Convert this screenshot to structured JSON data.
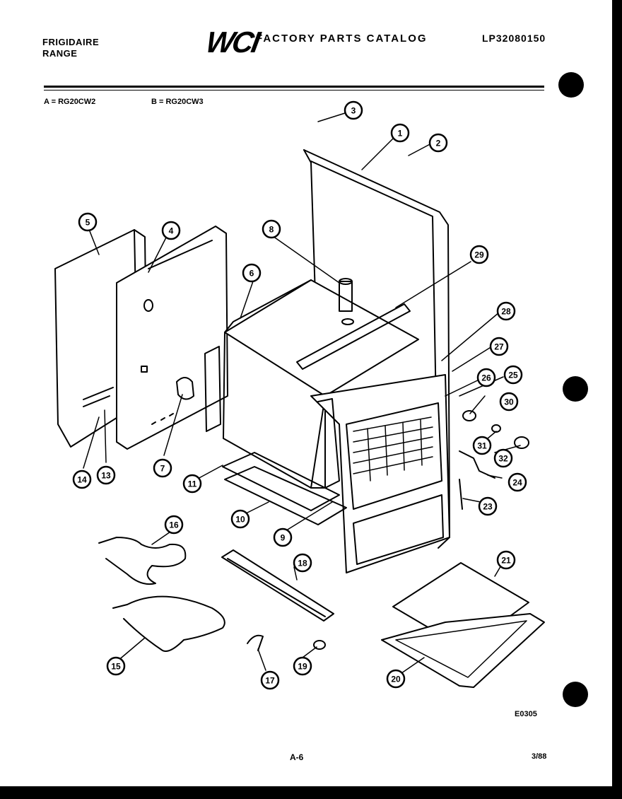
{
  "header": {
    "brand_line1": "FRIGIDAIRE",
    "brand_line2": "RANGE",
    "logo_text": "WCI",
    "catalog_title": "FACTORY PARTS CATALOG",
    "catalog_number": "LP32080150"
  },
  "models": {
    "a": "A = RG20CW2",
    "b": "B = RG20CW3"
  },
  "footer": {
    "code": "E0305",
    "page": "A-6",
    "date": "3/88"
  },
  "callouts": [
    "1",
    "2",
    "3",
    "4",
    "5",
    "6",
    "7",
    "8",
    "9",
    "10",
    "11",
    "13",
    "14",
    "15",
    "16",
    "17",
    "18",
    "19",
    "20",
    "21",
    "23",
    "24",
    "25",
    "26",
    "27",
    "28",
    "29",
    "30",
    "31",
    "32"
  ]
}
